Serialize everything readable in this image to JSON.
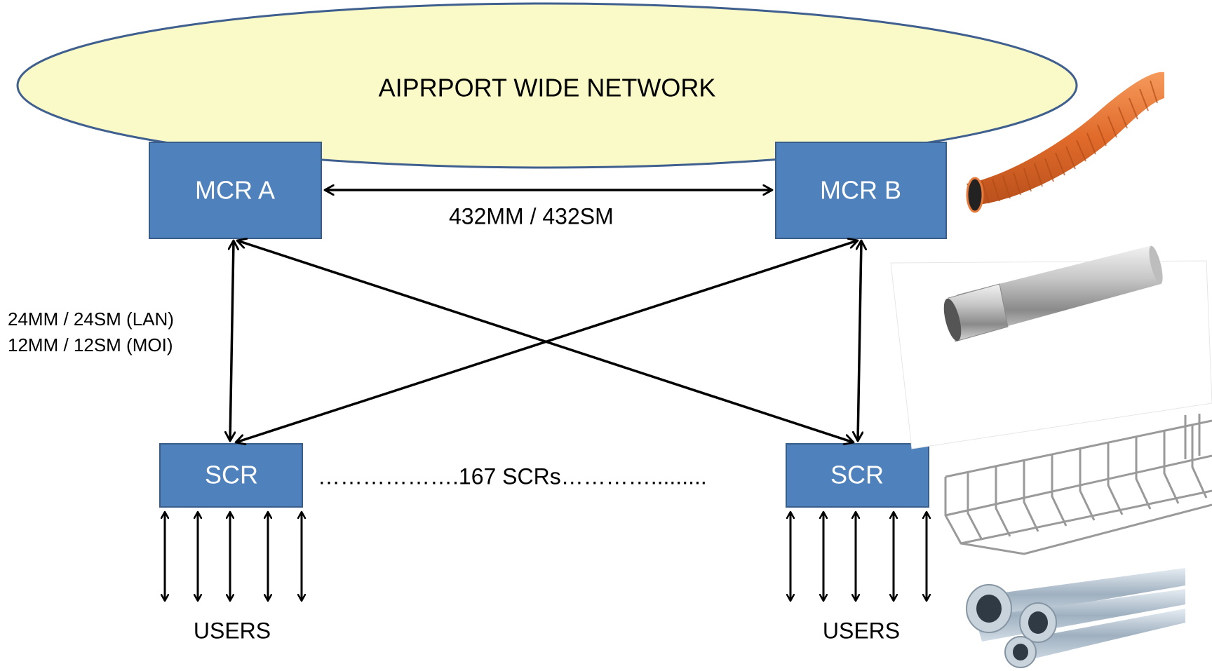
{
  "network": {
    "label": "AIPRPORT WIDE   NETWORK"
  },
  "nodes": {
    "mcr_a": "MCR  A",
    "mcr_b": "MCR  B",
    "scr_left": "SCR",
    "scr_right": "SCR"
  },
  "links": {
    "mcr_link": "432MM  / 432SM",
    "lan_line": "24MM  / 24SM (LAN)",
    "moi_line": "12MM  / 12SM (MOI)",
    "scr_count": "……………….167 SCRs…………........."
  },
  "users": {
    "left": "USERS",
    "right": "USERS"
  },
  "products": [
    {
      "icon": "orange-corrugated-conduit-icon"
    },
    {
      "icon": "steel-conduit-pipe-icon"
    },
    {
      "icon": "wire-mesh-cable-tray-icon"
    },
    {
      "icon": "galvanized-conduit-pipes-icon"
    }
  ],
  "colors": {
    "network_fill": "#fafac8",
    "network_stroke": "#3f5f8f",
    "box_fill": "#4f81bd",
    "box_stroke": "#385d8a",
    "arrow": "#000000",
    "conduit_orange": "#e87a3b"
  }
}
